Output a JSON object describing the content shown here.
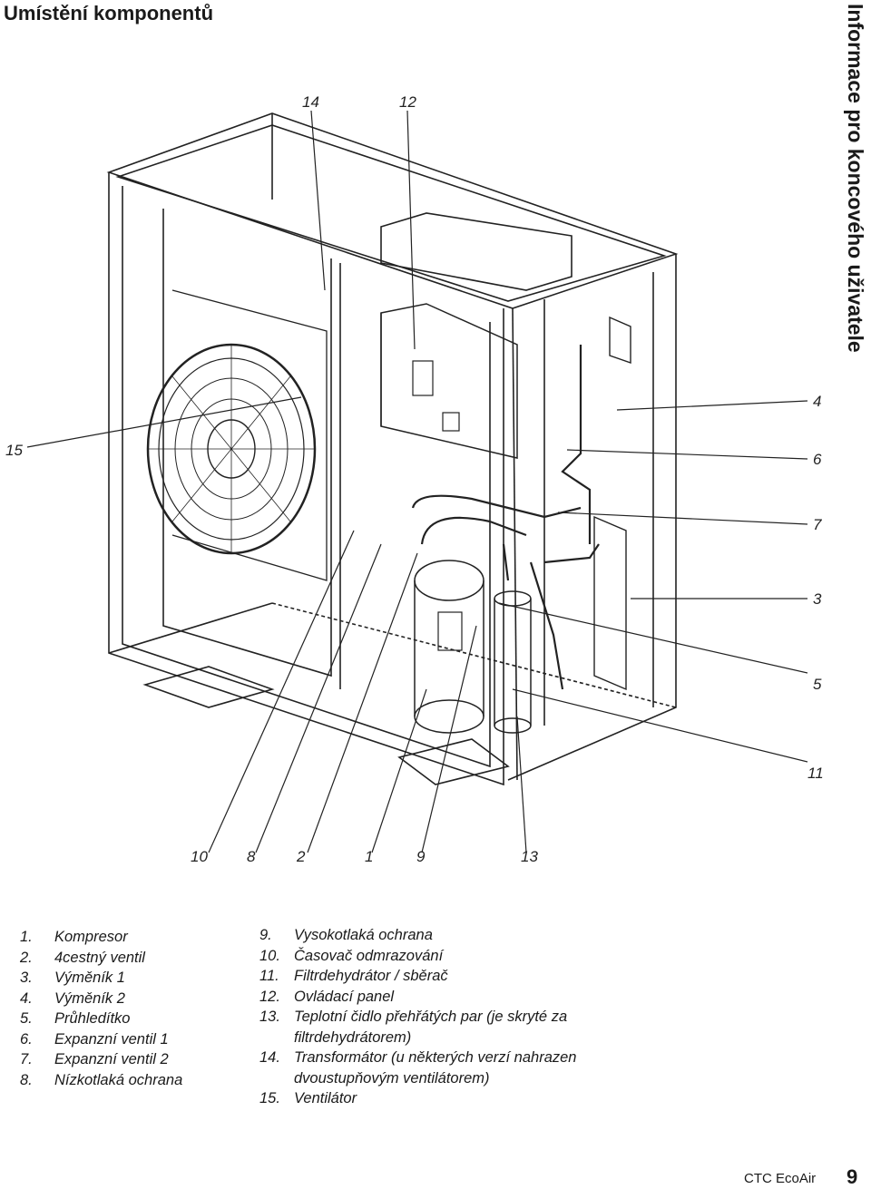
{
  "page": {
    "title": "Umístění komponentů",
    "side_title": "Informace pro koncového uživatele",
    "footer_brand": "CTC EcoAir",
    "page_number": "9"
  },
  "callouts": {
    "c14": "14",
    "c12": "12",
    "c15": "15",
    "c4": "4",
    "c6": "6",
    "c7": "7",
    "c3": "3",
    "c5": "5",
    "c11": "11",
    "c10": "10",
    "c8": "8",
    "c2": "2",
    "c1": "1",
    "c9": "9",
    "c13": "13"
  },
  "legend_left": [
    {
      "num": "1.",
      "text": "Kompresor"
    },
    {
      "num": "2.",
      "text": "4cestný ventil"
    },
    {
      "num": "3.",
      "text": "Výměník 1"
    },
    {
      "num": "4.",
      "text": "Výměník 2"
    },
    {
      "num": "5.",
      "text": "Průhledítko"
    },
    {
      "num": "6.",
      "text": "Expanzní ventil 1"
    },
    {
      "num": "7.",
      "text": "Expanzní ventil 2"
    },
    {
      "num": "8.",
      "text": "Nízkotlaká ochrana"
    }
  ],
  "legend_right": [
    {
      "num": "9.",
      "text": "Vysokotlaká ochrana"
    },
    {
      "num": "10.",
      "text": "Časovač odmrazování"
    },
    {
      "num": "11.",
      "text": "Filtrdehydrátor / sběrač"
    },
    {
      "num": "12.",
      "text": "Ovládací panel"
    },
    {
      "num": "13.",
      "text": "Teplotní čidlo přehřátých par (je skryté za filtrdehydrátorem)"
    },
    {
      "num": "14.",
      "text": "Transformátor (u některých verzí nahrazen dvoustupňovým ventilátorem)"
    },
    {
      "num": "15.",
      "text": "Ventilátor"
    }
  ]
}
